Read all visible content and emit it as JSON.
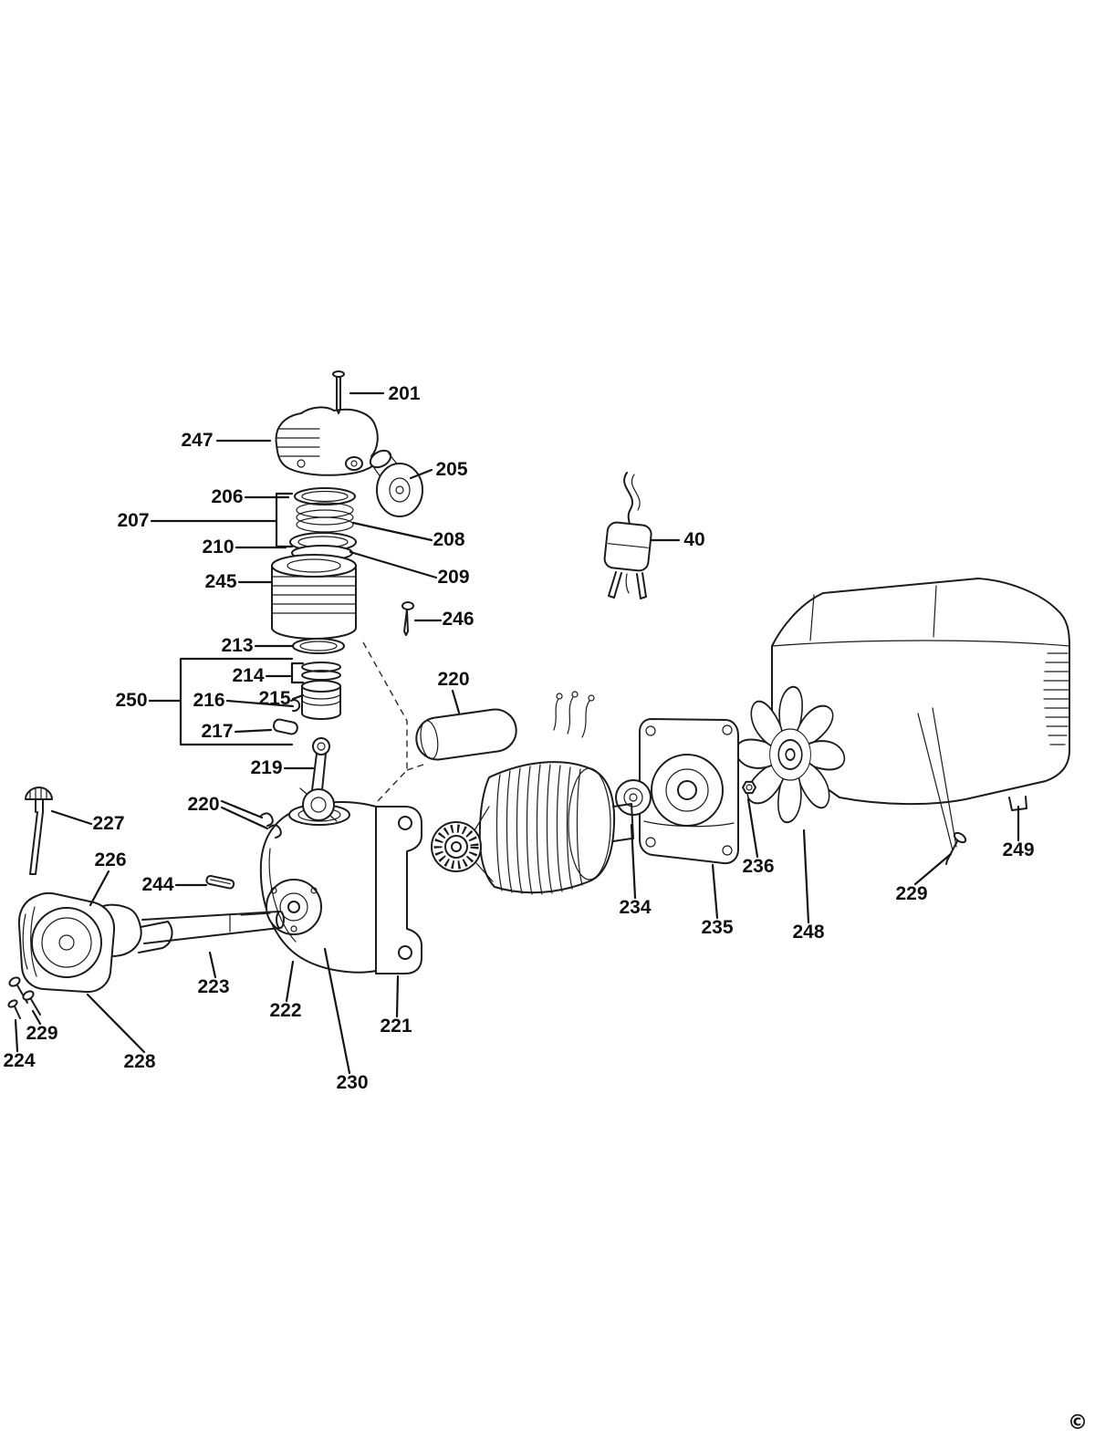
{
  "page": {
    "background": "#ffffff",
    "copyright_mark": "©"
  },
  "diagram": {
    "kind": "exploded-parts-diagram",
    "subject": "Air compressor pump and motor assembly",
    "line_color": "#1c1c1c"
  },
  "labels": [
    {
      "part": "201",
      "text": "201"
    },
    {
      "part": "247",
      "text": "247"
    },
    {
      "part": "205",
      "text": "205"
    },
    {
      "part": "206",
      "text": "206"
    },
    {
      "part": "207",
      "text": "207"
    },
    {
      "part": "208",
      "text": "208"
    },
    {
      "part": "210",
      "text": "210"
    },
    {
      "part": "209",
      "text": "209"
    },
    {
      "part": "245",
      "text": "245"
    },
    {
      "part": "246",
      "text": "246"
    },
    {
      "part": "213",
      "text": "213"
    },
    {
      "part": "214",
      "text": "214"
    },
    {
      "part": "215",
      "text": "215"
    },
    {
      "part": "216",
      "text": "216"
    },
    {
      "part": "250",
      "text": "250"
    },
    {
      "part": "217",
      "text": "217"
    },
    {
      "part": "219",
      "text": "219"
    },
    {
      "part": "220-capacitor",
      "text": "220"
    },
    {
      "part": "220-clips",
      "text": "220"
    },
    {
      "part": "40",
      "text": "40"
    },
    {
      "part": "227",
      "text": "227"
    },
    {
      "part": "226",
      "text": "226"
    },
    {
      "part": "244",
      "text": "244"
    },
    {
      "part": "223",
      "text": "223"
    },
    {
      "part": "222",
      "text": "222"
    },
    {
      "part": "221",
      "text": "221"
    },
    {
      "part": "230",
      "text": "230"
    },
    {
      "part": "228",
      "text": "228"
    },
    {
      "part": "229-left",
      "text": "229"
    },
    {
      "part": "224",
      "text": "224"
    },
    {
      "part": "234",
      "text": "234"
    },
    {
      "part": "235",
      "text": "235"
    },
    {
      "part": "236",
      "text": "236"
    },
    {
      "part": "248",
      "text": "248"
    },
    {
      "part": "249",
      "text": "249"
    },
    {
      "part": "229-right",
      "text": "229"
    }
  ]
}
